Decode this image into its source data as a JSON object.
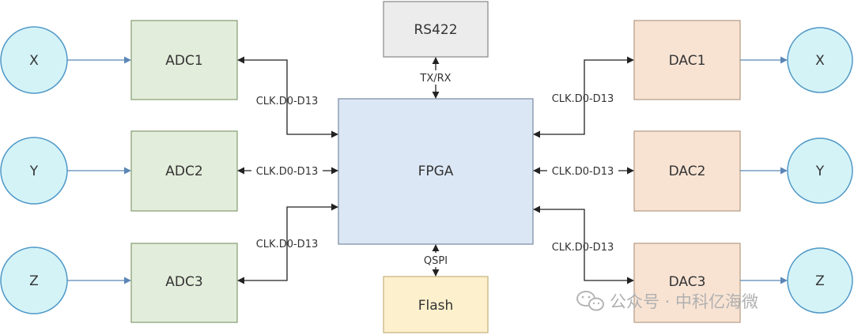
{
  "inputs": {
    "x": "X",
    "y": "Y",
    "z": "Z"
  },
  "outputs": {
    "x": "X",
    "y": "Y",
    "z": "Z"
  },
  "adcs": {
    "adc1": "ADC1",
    "adc2": "ADC2",
    "adc3": "ADC3"
  },
  "dacs": {
    "dac1": "DAC1",
    "dac2": "DAC2",
    "dac3": "DAC3"
  },
  "fpga": "FPGA",
  "rs422": "RS422",
  "flash": "Flash",
  "links": {
    "adc1": "CLK.D0-D13",
    "adc2": "CLK.D0-D13",
    "adc3": "CLK.D0-D13",
    "dac1": "CLK.D0-D13",
    "dac2": "CLK.D0-D13",
    "dac3": "CLK.D0-D13",
    "rs422": "TX/RX",
    "flash": "QSPI"
  },
  "watermark": "公众号 · 中科亿海微",
  "colors": {
    "circle_fill": "#d4f3f7",
    "circle_stroke": "#4f98c7",
    "adc_fill": "#e3eddb",
    "adc_stroke": "#8ba37a",
    "dac_fill": "#f8e3d3",
    "dac_stroke": "#b9a08c",
    "fpga_fill": "#dce7f5",
    "fpga_stroke": "#7f91a8",
    "rs422_fill": "#ececec",
    "rs422_stroke": "#8f8f8f",
    "flash_fill": "#fdf0cc",
    "flash_stroke": "#c7b684",
    "signal_arrow": "#5b86b6",
    "bus_line": "#222222"
  }
}
